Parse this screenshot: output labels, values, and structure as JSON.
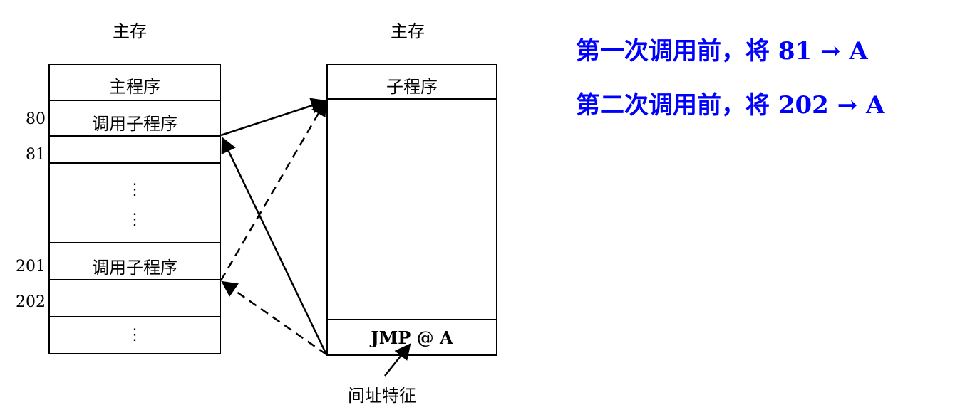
{
  "left_memory": {
    "title": "主存",
    "rows": {
      "main_program": "主程序",
      "call_1": "调用子程序",
      "call_2": "调用子程序"
    },
    "addresses": {
      "a80": "80",
      "a81": "81",
      "a201": "201",
      "a202": "202"
    },
    "ellipsis": "⋮"
  },
  "right_memory": {
    "title": "主存",
    "rows": {
      "subroutine": "子程序",
      "jmp": "JMP @ A"
    },
    "annotation": "间址特征"
  },
  "notes": {
    "line1": "第一次调用前，将 81 → A",
    "line2": "第二次调用前，将 202 → A"
  }
}
